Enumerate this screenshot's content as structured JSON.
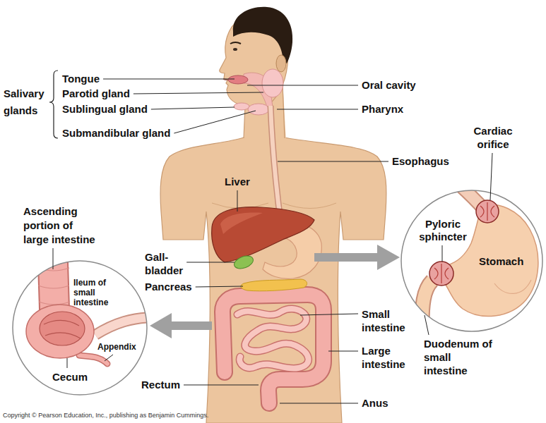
{
  "diagram": {
    "labels": [
      "Salivary glands",
      "Tongue",
      "Parotid gland",
      "Sublingual gland",
      "Submandibular gland",
      "Oral cavity",
      "Pharynx",
      "Cardiac orifice",
      "Esophagus",
      "Liver",
      "Ascending portion of large intestine",
      "Pyloric sphincter",
      "Gall- bladder",
      "Stomach",
      "Pancreas",
      "Ileum of small intestine",
      "Small intestine",
      "Appendix",
      "Large intestine",
      "Duodenum of small intestine",
      "Cecum",
      "Rectum",
      "Anus",
      "Copyright © Pearson Education, Inc., publishing as Benjamin Cummings."
    ]
  }
}
